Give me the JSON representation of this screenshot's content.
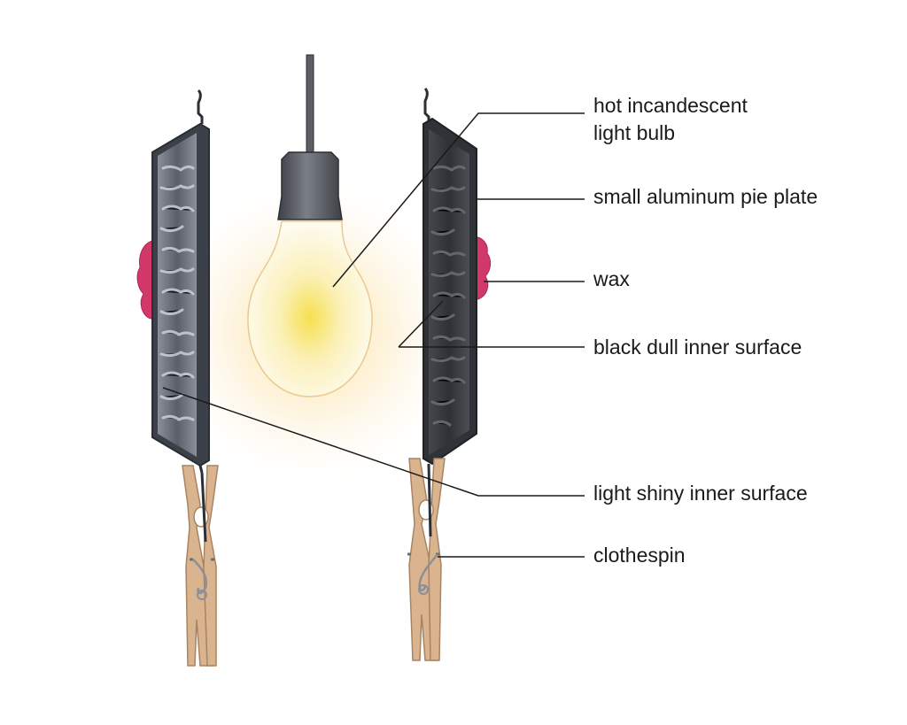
{
  "labels": {
    "bulb_line1": "hot incandescent",
    "bulb_line2": "light bulb",
    "pie_plate": "small aluminum pie plate",
    "wax": "wax",
    "black_surface": "black dull inner surface",
    "shiny_surface": "light shiny inner surface",
    "clothespin": "clothespin"
  },
  "colors": {
    "shiny_plate": "#4a4e58",
    "shiny_plate_highlight": "#c9ccd4",
    "black_plate": "#3a3d42",
    "wax": "#d2386a",
    "clothespin": "#d9b48f",
    "bulb_glow": "#f7e27a",
    "bulb_socket": "#5a5d63",
    "leader_line": "#1a1a1a"
  }
}
